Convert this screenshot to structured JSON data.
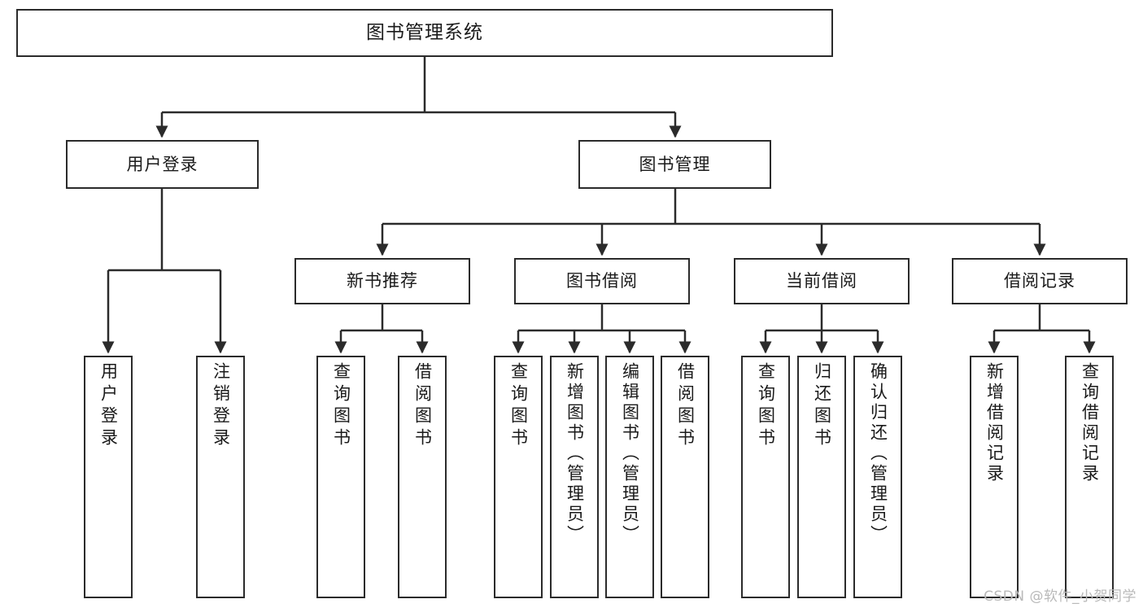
{
  "diagram": {
    "title": "图书管理系统",
    "type": "tree",
    "watermark": "CSDN @软件_小贺同学",
    "stroke_color": "#2b2b2b",
    "fill_color": "#ffffff",
    "text_color": "#1a1a1a",
    "watermark_color": "#b9b9b9"
  },
  "nodes": {
    "root": {
      "label": "图书管理系统"
    },
    "level2": [
      {
        "label": "用户登录"
      },
      {
        "label": "图书管理"
      }
    ],
    "level3": [
      {
        "label": "新书推荐"
      },
      {
        "label": "图书借阅"
      },
      {
        "label": "当前借阅"
      },
      {
        "label": "借阅记录"
      }
    ],
    "leaves": {
      "user_login": [
        {
          "label": "用户登录"
        },
        {
          "label": "注销登录"
        }
      ],
      "new_book": [
        {
          "label": "查询图书"
        },
        {
          "label": "借阅图书"
        }
      ],
      "book_borrow": [
        {
          "label": "查询图书"
        },
        {
          "label": "新增图书（管理员）"
        },
        {
          "label": "编辑图书（管理员）"
        },
        {
          "label": "借阅图书"
        }
      ],
      "current_borrow": [
        {
          "label": "查询图书"
        },
        {
          "label": "归还图书"
        },
        {
          "label": "确认归还（管理员）"
        }
      ],
      "borrow_record": [
        {
          "label": "新增借阅记录"
        },
        {
          "label": "查询借阅记录"
        }
      ]
    }
  }
}
